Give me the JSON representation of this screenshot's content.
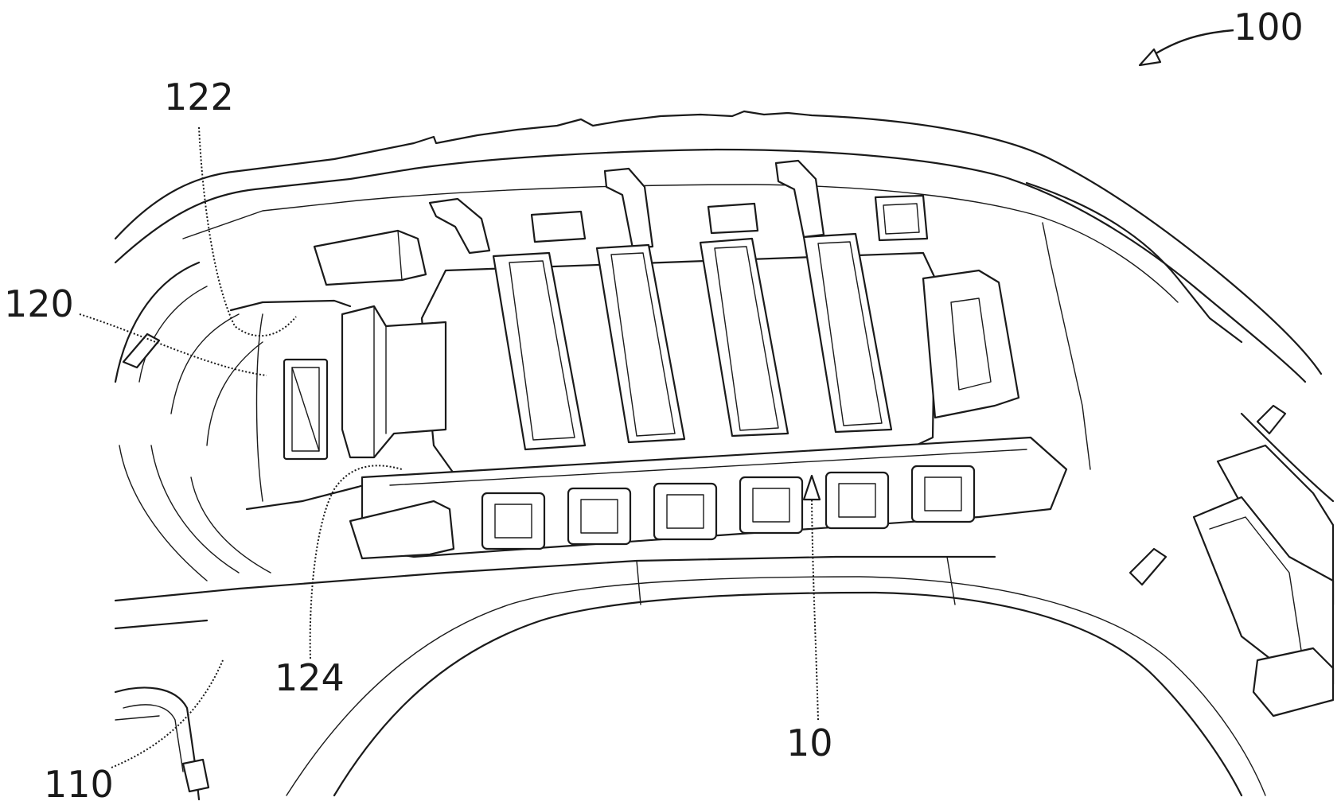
{
  "figure": {
    "labels": {
      "ref_100": "100",
      "ref_122": "122",
      "ref_120": "120",
      "ref_124": "124",
      "ref_110": "110",
      "ref_10": "10"
    },
    "colors": {
      "line": "#1a1a1a",
      "background": "#ffffff"
    }
  }
}
